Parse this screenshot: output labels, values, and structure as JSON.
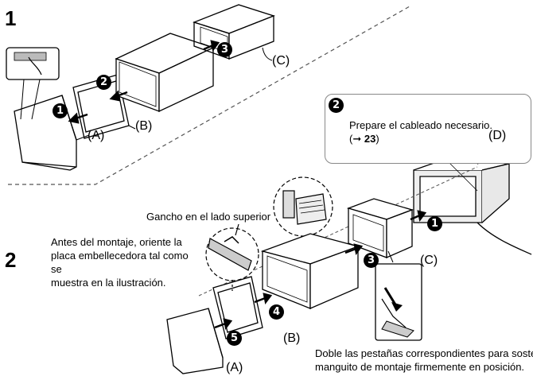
{
  "step1": {
    "number": "1",
    "labels": {
      "A": "(A)",
      "B": "(B)",
      "C": "(C)"
    },
    "badges": [
      "1",
      "2",
      "3"
    ]
  },
  "step2": {
    "number": "2",
    "note": [
      "Antes del montaje, oriente la",
      "placa embellecedora tal como se",
      "muestra en la ilustración."
    ],
    "hook_label": "Gancho en el lado superior",
    "labels": {
      "A": "(A)",
      "B": "(B)",
      "C": "(C)",
      "D": "(D)"
    },
    "badges": [
      "1",
      "2",
      "3",
      "4",
      "5"
    ],
    "callout": {
      "badge": "2",
      "text": "Prepare el cableado necesario.",
      "ref_prefix": "(➞ ",
      "ref_page": "23",
      "ref_suffix": ")"
    },
    "caption": [
      "Doble las pestañas correspondientes para sostener el",
      "manguito de montaje firmemente en posición."
    ]
  },
  "colors": {
    "line": "#000000",
    "callout_border": "#888888",
    "dashed": "#555555",
    "grey_fill": "#e8e8e8"
  }
}
